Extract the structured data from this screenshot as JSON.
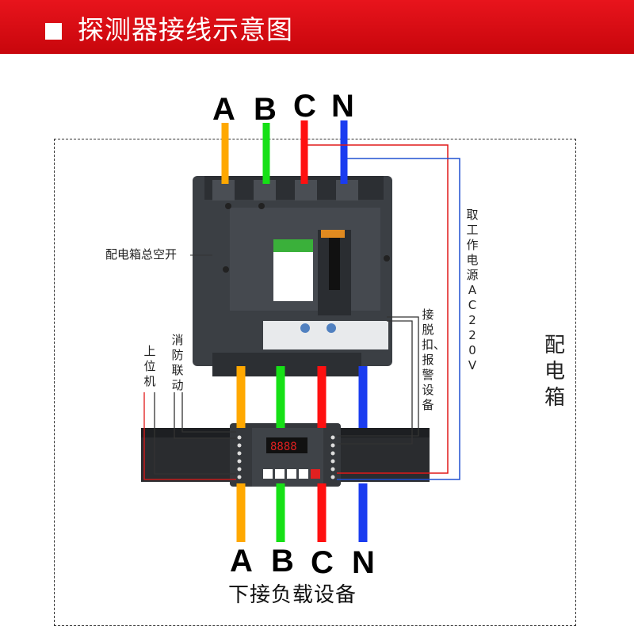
{
  "header": {
    "title": "探测器接线示意图"
  },
  "phases_top": [
    "A",
    "B",
    "C",
    "N"
  ],
  "phases_bottom": [
    "A",
    "B",
    "C",
    "N"
  ],
  "labels": {
    "main_switch": "配电箱总空开",
    "upper_computer": "上位机",
    "fire_linkage": "消防联动",
    "trip_alarm": "接脱扣、报警设备",
    "power_source": "取工作电源AC220V",
    "distribution_box": "配电箱",
    "downstream": "下接负载设备"
  },
  "colors": {
    "A": "#ffa800",
    "B": "#16e016",
    "C": "#ff1010",
    "N": "#1a3cf0",
    "header": "#e0101a"
  }
}
